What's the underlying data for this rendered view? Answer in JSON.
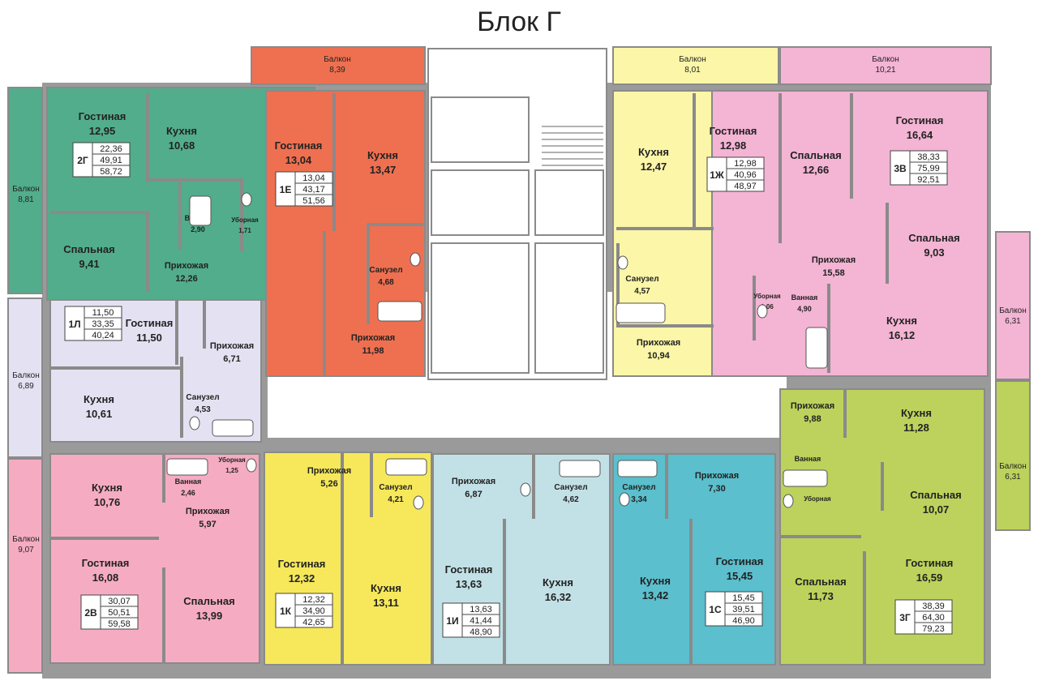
{
  "title": "Блок Г",
  "colors": {
    "green": "#52ad8c",
    "orange": "#ee7050",
    "yellow": "#fbf6a8",
    "pink": "#f4b4d4",
    "lavender": "#e4e2f2",
    "rose": "#f5acc2",
    "lemon": "#f6e85a",
    "lightblue": "#c2e1e6",
    "teal": "#5bbfcd",
    "lime": "#bcd25c",
    "wall": "#8a8a8a",
    "stair": "#ffffff"
  },
  "balconies": [
    {
      "id": "b-1e",
      "name": "Балкон",
      "area": "8,39"
    },
    {
      "id": "b-1zh",
      "name": "Балкон",
      "area": "8,01"
    },
    {
      "id": "b-3v",
      "name": "Балкон",
      "area": "10,21"
    },
    {
      "id": "b-2g",
      "name": "Балкон",
      "area": "8,81"
    },
    {
      "id": "b-1l",
      "name": "Балкон",
      "area": "6,89"
    },
    {
      "id": "b-2v",
      "name": "Балкон",
      "area": "9,07"
    },
    {
      "id": "b-3v-side",
      "name": "Балкон",
      "area": "6,31"
    },
    {
      "id": "b-3g-side",
      "name": "Балкон",
      "area": "6,31"
    }
  ],
  "rooms": [
    {
      "name": "Гостиная",
      "area": "12,95"
    },
    {
      "name": "Кухня",
      "area": "10,68"
    },
    {
      "name": "Ванная",
      "area": "2,90"
    },
    {
      "name": "Уборная",
      "area": "1,71"
    },
    {
      "name": "Спальная",
      "area": "9,41"
    },
    {
      "name": "Прихожая",
      "area": "12,26"
    },
    {
      "name": "Гостиная",
      "area": "13,04"
    },
    {
      "name": "Кухня",
      "area": "13,47"
    },
    {
      "name": "Санузел",
      "area": "4,68"
    },
    {
      "name": "Прихожая",
      "area": "11,98"
    },
    {
      "name": "Кухня",
      "area": "12,47"
    },
    {
      "name": "Гостиная",
      "area": "12,98"
    },
    {
      "name": "Санузел",
      "area": "4,57"
    },
    {
      "name": "Прихожая",
      "area": "10,94"
    },
    {
      "name": "Спальная",
      "area": "12,66"
    },
    {
      "name": "Гостиная",
      "area": "16,64"
    },
    {
      "name": "Спальная",
      "area": "9,03"
    },
    {
      "name": "Прихожая",
      "area": "15,58"
    },
    {
      "name": "Уборная",
      "area": "1,06"
    },
    {
      "name": "Ванная",
      "area": "4,90"
    },
    {
      "name": "Кухня",
      "area": "16,12"
    },
    {
      "name": "Гостиная",
      "area": "11,50"
    },
    {
      "name": "Прихожая",
      "area": "6,71"
    },
    {
      "name": "Кухня",
      "area": "10,61"
    },
    {
      "name": "Санузел",
      "area": "4,53"
    },
    {
      "name": "Кухня",
      "area": "10,76"
    },
    {
      "name": "Ванная",
      "area": "2,46"
    },
    {
      "name": "Уборная",
      "area": "1,25"
    },
    {
      "name": "Прихожая",
      "area": "5,97"
    },
    {
      "name": "Гостиная",
      "area": "16,08"
    },
    {
      "name": "Спальная",
      "area": "13,99"
    },
    {
      "name": "Прихожая",
      "area": "5,26"
    },
    {
      "name": "Санузел",
      "area": "4,21"
    },
    {
      "name": "Гостиная",
      "area": "12,32"
    },
    {
      "name": "Кухня",
      "area": "13,11"
    },
    {
      "name": "Прихожая",
      "area": "6,87"
    },
    {
      "name": "Санузел",
      "area": "4,62"
    },
    {
      "name": "Гостиная",
      "area": "13,63"
    },
    {
      "name": "Кухня",
      "area": "16,32"
    },
    {
      "name": "Санузел",
      "area": "3,34"
    },
    {
      "name": "Прихожая",
      "area": "7,30"
    },
    {
      "name": "Кухня",
      "area": "13,42"
    },
    {
      "name": "Гостиная",
      "area": "15,45"
    },
    {
      "name": "Прихожая",
      "area": "9,88"
    },
    {
      "name": "Кухня",
      "area": "11,28"
    },
    {
      "name": "Ванная",
      "area": ""
    },
    {
      "name": "Уборная",
      "area": ""
    },
    {
      "name": "Спальная",
      "area": "10,07"
    },
    {
      "name": "Спальная",
      "area": "11,73"
    },
    {
      "name": "Гостиная",
      "area": "16,59"
    }
  ],
  "apartments": [
    {
      "code": "2Г",
      "living": "22,36",
      "total": "49,91",
      "full": "58,72"
    },
    {
      "code": "1Е",
      "living": "13,04",
      "total": "43,17",
      "full": "51,56"
    },
    {
      "code": "1Ж",
      "living": "12,98",
      "total": "40,96",
      "full": "48,97"
    },
    {
      "code": "3В",
      "living": "38,33",
      "total": "75,99",
      "full": "92,51"
    },
    {
      "code": "1Л",
      "living": "11,50",
      "total": "33,35",
      "full": "40,24"
    },
    {
      "code": "2В",
      "living": "30,07",
      "total": "50,51",
      "full": "59,58"
    },
    {
      "code": "1К",
      "living": "12,32",
      "total": "34,90",
      "full": "42,65"
    },
    {
      "code": "1И",
      "living": "13,63",
      "total": "41,44",
      "full": "48,90"
    },
    {
      "code": "1С",
      "living": "15,45",
      "total": "39,51",
      "full": "46,90"
    },
    {
      "code": "3Г",
      "living": "38,39",
      "total": "64,30",
      "full": "79,23"
    }
  ]
}
